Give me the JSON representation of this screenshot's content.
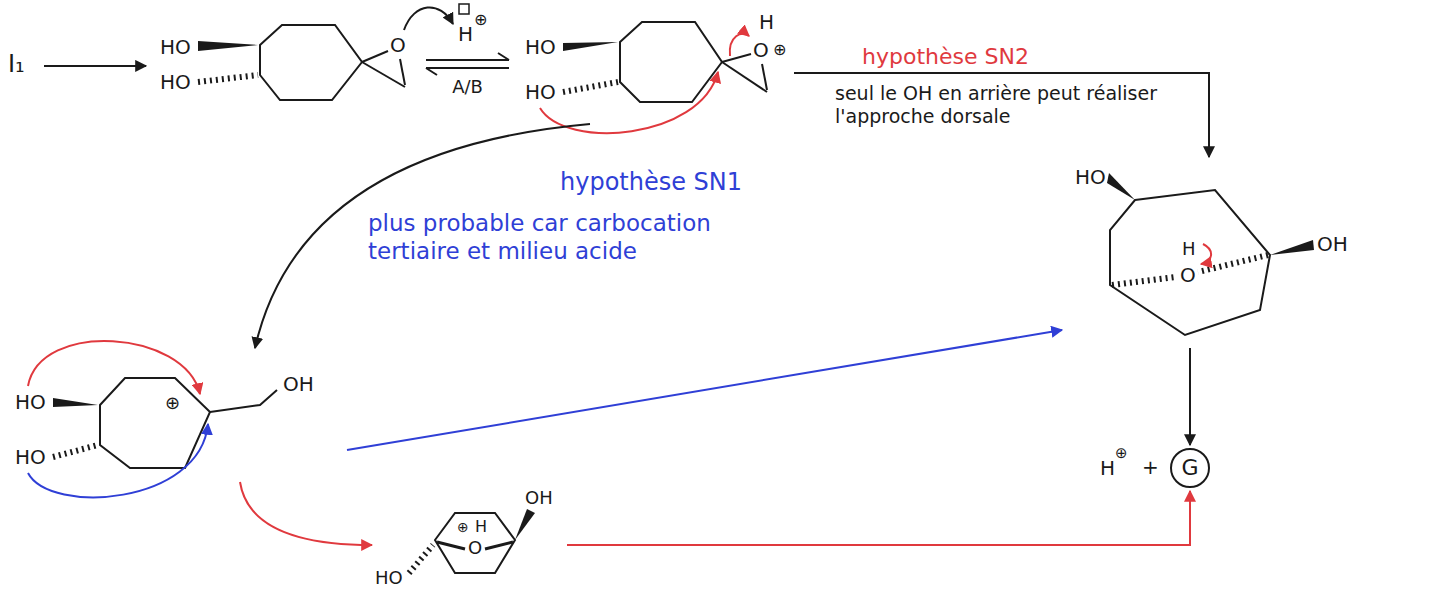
{
  "diagram": {
    "nodes": [
      {
        "text": [
          "I₁"
        ]
      },
      {
        "text": [
          "HO",
          "HO",
          "O"
        ]
      },
      {
        "text": [
          "HO",
          "HO",
          "H",
          "O",
          "⊕"
        ]
      },
      {
        "text": [
          "HO",
          "HO",
          "⊕",
          "OH"
        ]
      },
      {
        "text": [
          "HO",
          "O",
          "⊕",
          "H",
          "OH"
        ]
      },
      {
        "text": [
          "HO",
          "H",
          "O",
          "OH"
        ]
      },
      {
        "text": [
          "G"
        ]
      }
    ],
    "edges": [
      {
        "from": 0,
        "to": 1,
        "arrow": "to"
      },
      {
        "from": 1,
        "to": 2,
        "arrow": "both",
        "label": "A/B"
      },
      {
        "from": 2,
        "to": 5,
        "arrow": "to",
        "label": "hypothèse SN2"
      },
      {
        "from": 2,
        "to": 3,
        "arrow": "to"
      },
      {
        "from": 3,
        "to": 5,
        "arrow": "to"
      },
      {
        "from": 3,
        "to": 4,
        "arrow": "to"
      },
      {
        "from": 4,
        "to": 6,
        "arrow": "to"
      },
      {
        "from": 5,
        "to": 6,
        "arrow": "to"
      }
    ],
    "labels": [
      "H",
      "⊕",
      "seul le OH en arrière peut réaliser l'approche dorsale",
      "hypothèse SN1",
      "plus probable car carbocation tertiaire et milieu acide",
      "H",
      "⊕",
      "+"
    ]
  }
}
